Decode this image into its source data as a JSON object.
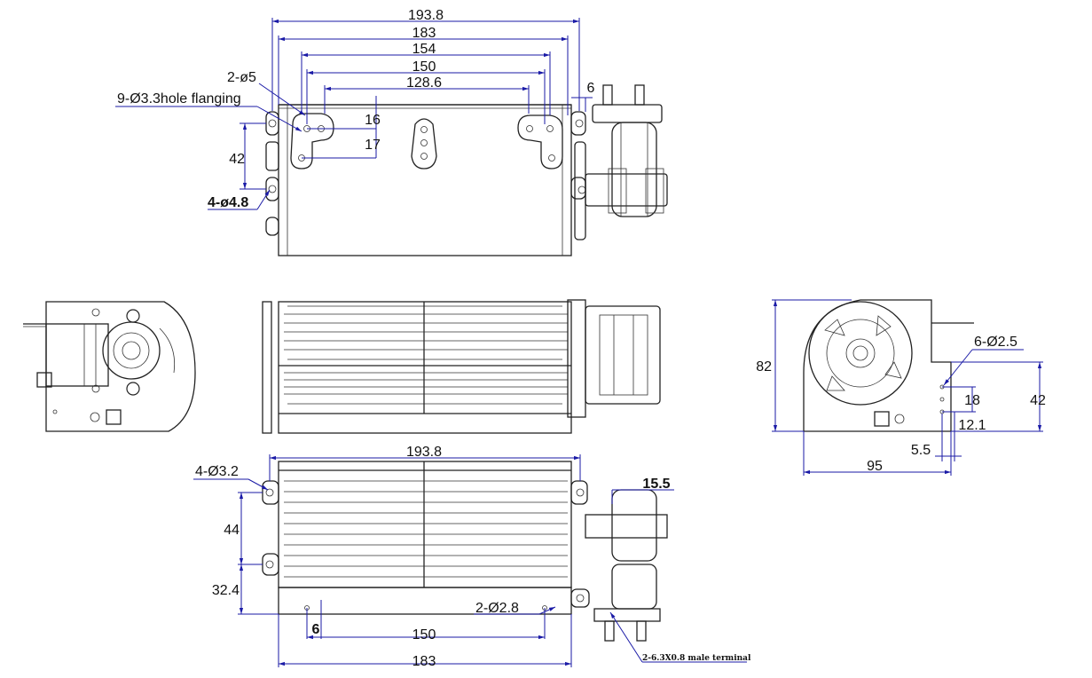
{
  "top_view": {
    "dims": {
      "w_193_8": "193.8",
      "w_183": "183",
      "w_154": "154",
      "w_150": "150",
      "w_128_6": "128.6",
      "w_6": "6",
      "h_16": "16",
      "h_17": "17",
      "h_42": "42"
    },
    "notes": {
      "holes_2": "2-ø5",
      "holes_9": "9-Ø3.3hole flanging",
      "holes_4": "4-ø4.8"
    }
  },
  "right_view": {
    "dims": {
      "h_82": "82",
      "h_42": "42",
      "h_18": "18",
      "h_12_1": "12.1",
      "w_5_5": "5.5",
      "w_95": "95"
    },
    "notes": {
      "holes_6": "6-Ø2.5"
    }
  },
  "bottom_view": {
    "dims": {
      "w_193_8": "193.8",
      "w_15_5": "15.5",
      "h_44": "44",
      "h_32_4": "32.4",
      "w_6": "6",
      "w_150": "150",
      "w_183": "183"
    },
    "notes": {
      "holes_4": "4-Ø3.2",
      "holes_2": "2-Ø2.8",
      "terminal": "2-6.3X0.8 male terminal"
    }
  }
}
